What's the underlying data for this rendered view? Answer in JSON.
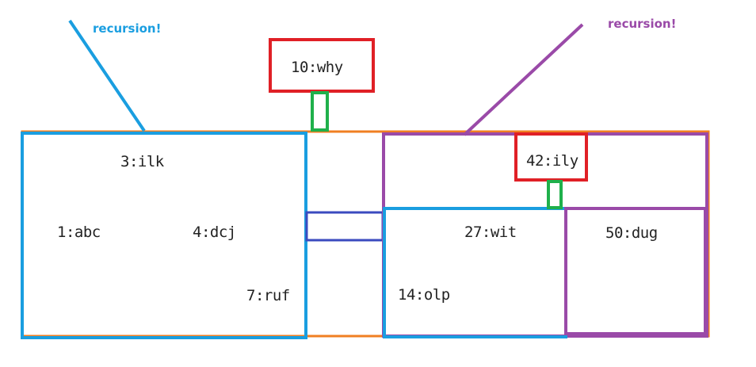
{
  "colors": {
    "orange": "#f07f22",
    "blue": "#1a9ee0",
    "purple": "#9a4aa8",
    "red": "#e02026",
    "green": "#1fb04b",
    "navy": "#3b4bbf"
  },
  "annotations": {
    "left": "recursion!",
    "right": "recursion!"
  },
  "nodes": {
    "root": "10:why",
    "left_subtree_root": "3:ilk",
    "left_child_a": "1:abc",
    "left_child_b": "4:dcj",
    "left_child_c": "7:ruf",
    "right_subtree_root": "42:ily",
    "right_left_root": "27:wit",
    "right_left_child": "14:olp",
    "right_right_root": "50:dug"
  }
}
